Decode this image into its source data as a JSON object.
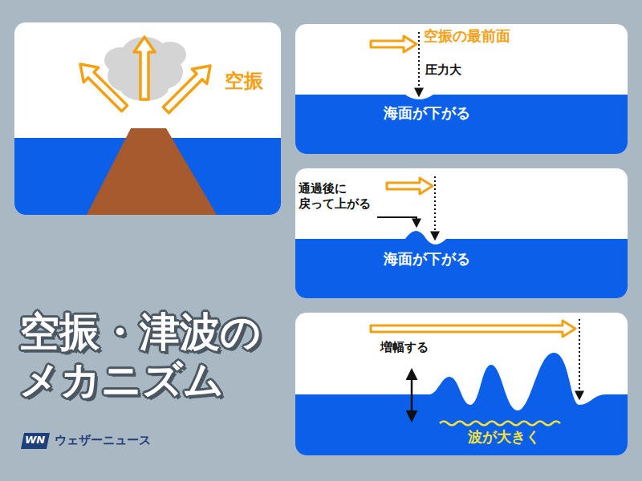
{
  "diagram": {
    "title": "空振・津波の メカニズム",
    "nodes": [
      {
        "text": [
          "空振"
        ]
      },
      {
        "text": [
          "空振の最前面",
          "圧力大",
          "海面が下がる"
        ]
      },
      {
        "text": [
          "通過後に 戻って上がる",
          "海面が下がる"
        ]
      },
      {
        "text": [
          "増幅する",
          "波が大きく"
        ]
      }
    ],
    "labels": [
      "WN",
      "ウェザーニュース"
    ]
  }
}
